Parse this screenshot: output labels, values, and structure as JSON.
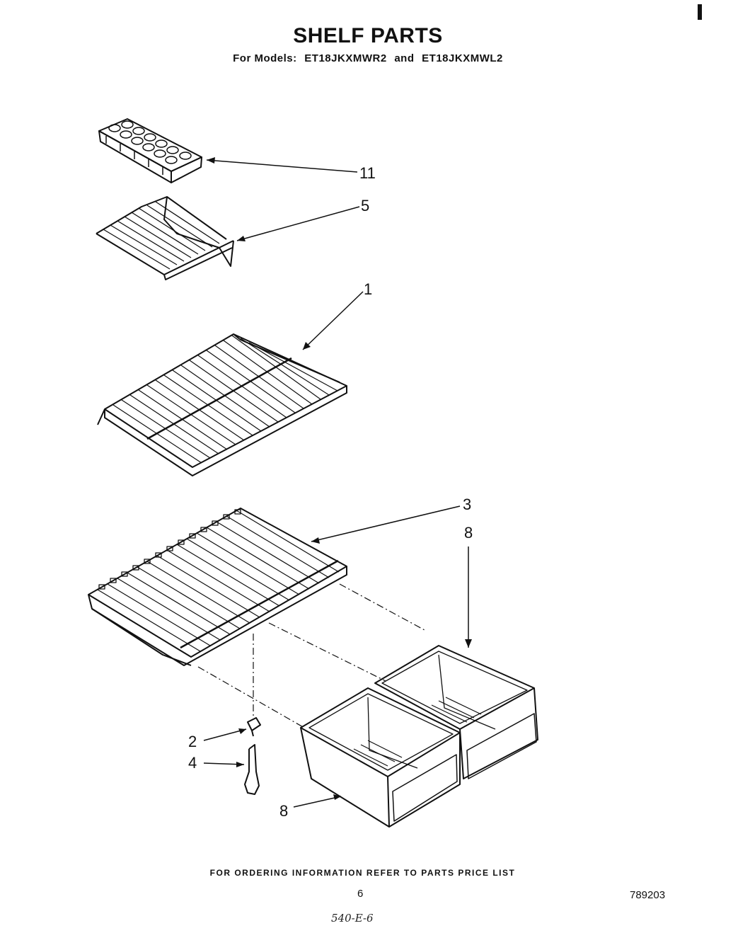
{
  "header": {
    "title": "SHELF PARTS",
    "subtitle_prefix": "For Models:",
    "model_1": "ET18JKXMWR2",
    "conjunction": "and",
    "model_2": "ET18JKXMWL2"
  },
  "callouts": {
    "ice_tray": "11",
    "freezer_shelf": "5",
    "refrigerator_shelf": "1",
    "crisper_cover_shelf": "3",
    "crisper_right": "8",
    "support_clip": "2",
    "support_post": "4",
    "crisper_left": "8"
  },
  "footer": {
    "ordering_note": "FOR ORDERING INFORMATION REFER TO PARTS PRICE LIST",
    "page_number": "6",
    "document_number": "789203",
    "handwritten_note": "540-E-6"
  }
}
